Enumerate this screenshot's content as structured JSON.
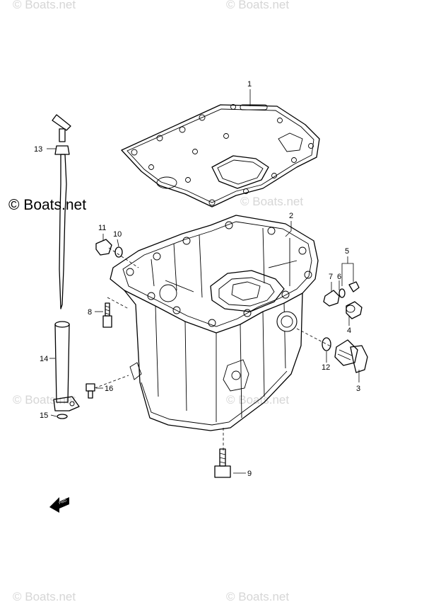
{
  "watermarks": [
    "© Boats.net",
    "© Boats.net",
    "© Boats.net",
    "© Boats.net",
    "© Boats.net",
    "© Boats.net",
    "© Boats.net"
  ],
  "copyright": "© Boats.net",
  "fwd_label": "FWD",
  "callouts": {
    "p1": "1",
    "p2": "2",
    "p3": "3",
    "p4": "4",
    "p5": "5",
    "p6": "6",
    "p7": "7",
    "p8": "8",
    "p9": "9",
    "p10": "10",
    "p11": "11",
    "p12": "12",
    "p13": "13",
    "p14": "14",
    "p15": "15",
    "p16": "16"
  }
}
